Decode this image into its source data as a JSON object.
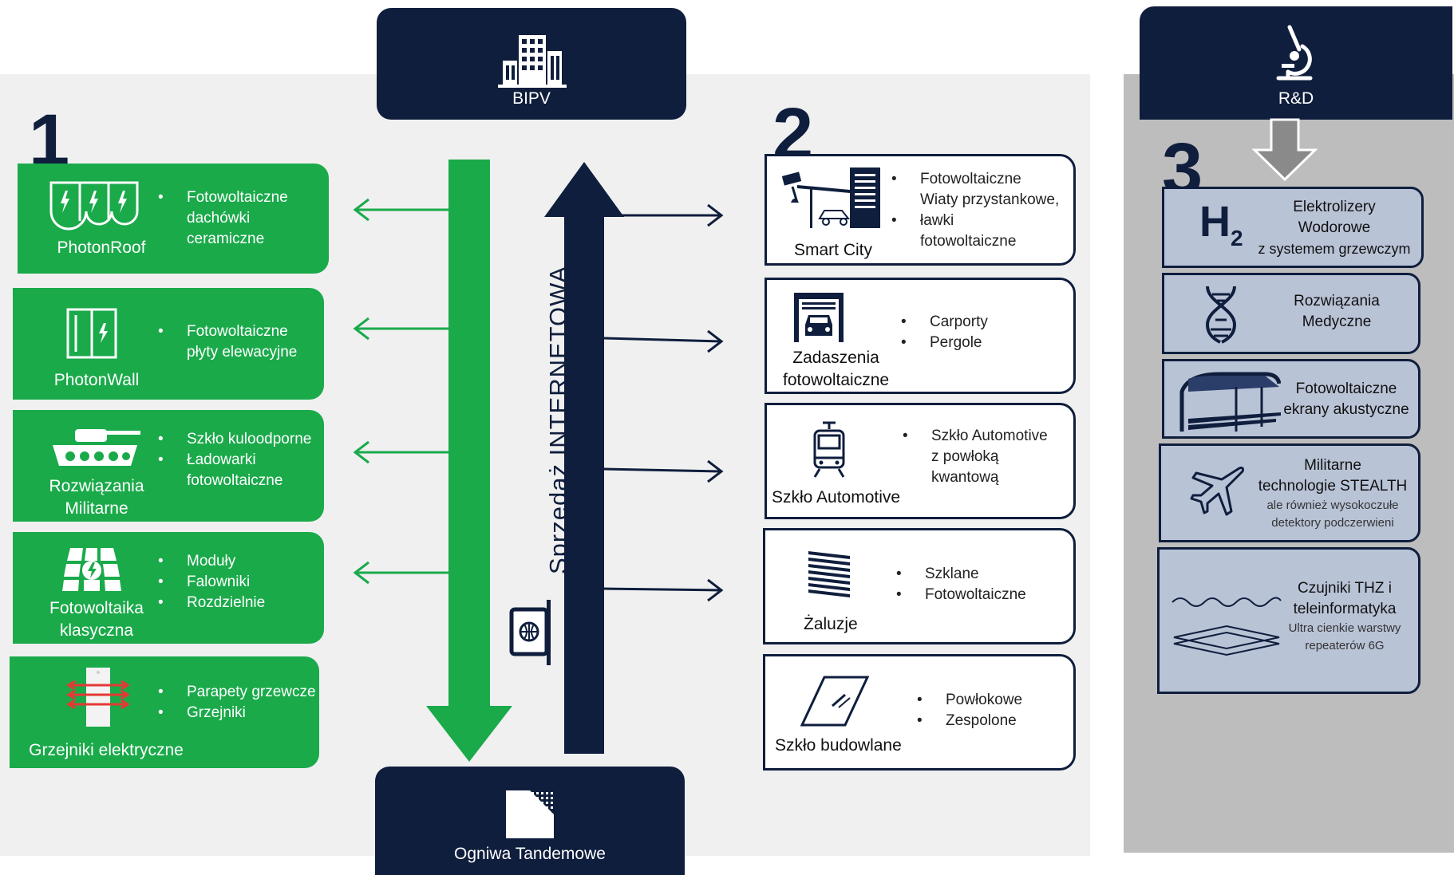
{
  "top": {
    "bipv": "BIPV",
    "rd": "R&D"
  },
  "bottom": {
    "tandem": "Ogniwa Tandemowe"
  },
  "center": {
    "sales": "Sprzedaż INTERNETOWA"
  },
  "sections": {
    "one": "1",
    "two": "2",
    "three": "3"
  },
  "green_cards": [
    {
      "title": "PhotonRoof",
      "items": [
        "Fotowoltaiczne",
        "dachówki",
        "ceramiczne"
      ],
      "icon": "roof-tiles-icon"
    },
    {
      "title": "PhotonWall",
      "items": [
        "Fotowoltaiczne",
        "płyty elewacyjne"
      ],
      "icon": "wall-panel-icon"
    },
    {
      "title_lines": [
        "Rozwiązania",
        "Militarne"
      ],
      "items": [
        "Szkło kuloodporne",
        "Ładowarki",
        "fotowoltaiczne"
      ],
      "icon": "tank-icon"
    },
    {
      "title_lines": [
        "Fotowoltaika",
        "klasyczna"
      ],
      "items": [
        "Moduły",
        "Falowniki",
        "Rozdzielnie"
      ],
      "icon": "solar-panel-icon"
    },
    {
      "title": "Grzejniki elektryczne",
      "items": [
        "Parapety grzewcze",
        "Grzejniki"
      ],
      "icon": "heater-icon"
    }
  ],
  "white_cards": [
    {
      "title": "Smart City",
      "items": [
        "Fotowoltaiczne",
        "Wiaty przystankowe,",
        "ławki",
        "fotowoltaiczne"
      ],
      "icon": "smart-city-icon"
    },
    {
      "title_lines": [
        "Zadaszenia",
        "fotowoltaiczne"
      ],
      "items": [
        "Carporty",
        "Pergole"
      ],
      "icon": "carport-icon"
    },
    {
      "title": "Szkło Automotive",
      "items": [
        "Szkło Automotive",
        "z powłoką",
        "kwantową"
      ],
      "icon": "tram-icon"
    },
    {
      "title": "Żaluzje",
      "items": [
        "Szklane",
        "Fotowoltaiczne"
      ],
      "icon": "blinds-icon"
    },
    {
      "title": "Szkło budowlane",
      "items": [
        "Powłokowe",
        "Zespolone"
      ],
      "icon": "glass-pane-icon"
    }
  ],
  "rd_cards": [
    {
      "icon_text": "H",
      "icon_sub": "2",
      "lines": [
        "Elektrolizery",
        "Wodorowe",
        "z systemem grzewczym"
      ]
    },
    {
      "lines": [
        "Rozwiązania",
        "Medyczne"
      ],
      "icon": "dna-icon"
    },
    {
      "lines": [
        "Fotowoltaiczne",
        "ekrany akustyczne"
      ],
      "icon": "acoustic-screen-icon"
    },
    {
      "lines": [
        "Militarne",
        "technologie STEALTH"
      ],
      "sub": [
        "ale również wysokoczułe",
        "detektory podczerwieni"
      ],
      "icon": "airplane-icon"
    },
    {
      "lines": [
        "Czujniki THZ  i",
        "teleinformatyka"
      ],
      "sub": [
        "Ultra cienkie warstwy",
        "repeaterów 6G"
      ],
      "icon": "layers-icon"
    }
  ],
  "colors": {
    "navy": "#0f1e3d",
    "green": "#1aaa4a",
    "rd_card": "#b9c3d6",
    "rd_bg": "#bdbdbd",
    "arrow_grey": "#8a8a8a"
  }
}
